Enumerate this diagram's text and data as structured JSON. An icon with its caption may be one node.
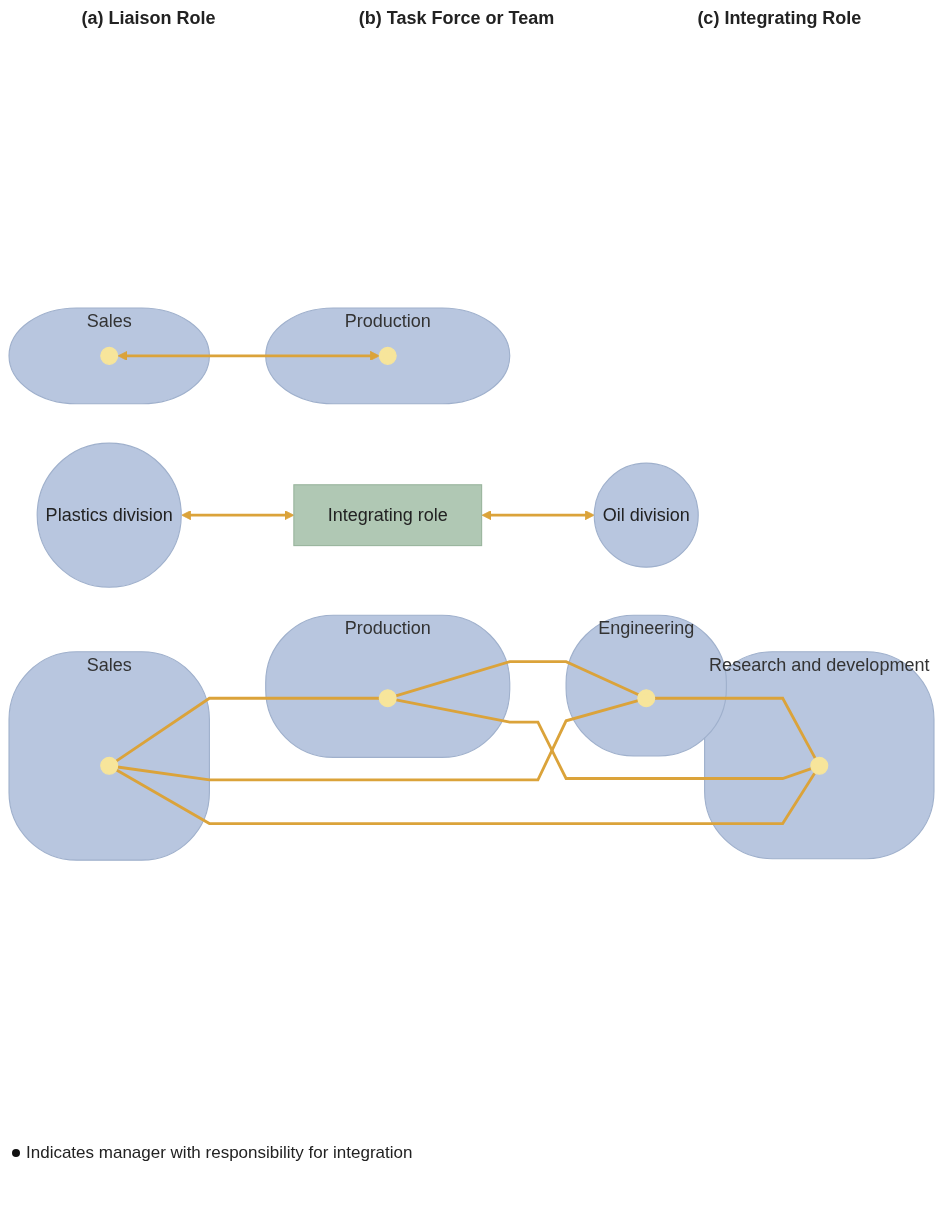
{
  "diagram": {
    "nodes": [
      {
        "text": [
          "Sales"
        ]
      },
      {
        "text": [],
        "shape": "circle",
        "in": 0
      },
      {
        "text": [
          "Production"
        ]
      },
      {
        "text": [],
        "shape": "circle",
        "in": 2
      },
      {
        "text": [
          "Sales"
        ]
      },
      {
        "text": [],
        "shape": "circle",
        "in": 4
      },
      {
        "text": [
          "Production"
        ]
      },
      {
        "text": [],
        "shape": "circle",
        "in": 6
      },
      {
        "text": [
          "Engineering"
        ]
      },
      {
        "text": [],
        "shape": "circle",
        "in": 8
      },
      {
        "text": [
          "Research and development"
        ]
      },
      {
        "text": [],
        "shape": "circle",
        "in": 10
      },
      {
        "text": [
          "Plastics division"
        ]
      },
      {
        "text": [
          "Integrating role"
        ]
      },
      {
        "text": [
          "Oil division"
        ]
      }
    ],
    "edges": [
      {
        "from": 1,
        "to": 3,
        "arrow": "both"
      },
      {
        "from": 5,
        "to": 7,
        "arrow": "none"
      },
      {
        "from": 5,
        "to": 9,
        "arrow": "none"
      },
      {
        "from": 5,
        "to": 11,
        "arrow": "none"
      },
      {
        "from": 7,
        "to": 9,
        "arrow": "none"
      },
      {
        "from": 7,
        "to": 11,
        "arrow": "none"
      },
      {
        "from": 9,
        "to": 11,
        "arrow": "none"
      },
      {
        "from": 12,
        "to": 13,
        "arrow": "both"
      },
      {
        "from": 13,
        "to": 14,
        "arrow": "both"
      }
    ],
    "labels": [
      "(a) Liaison Role",
      "(b) Task Force or Team",
      "(c) Integrating Role"
    ],
    "legend": [
      {
        "text": "Indicates manager with responsibility for integration"
      }
    ]
  }
}
